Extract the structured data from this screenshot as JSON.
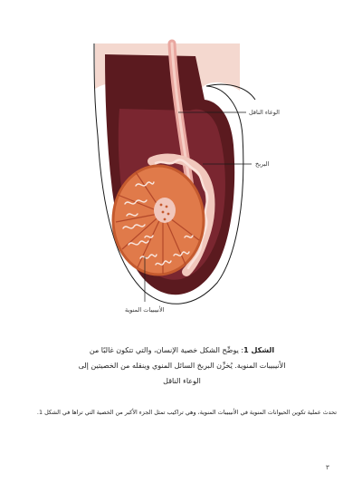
{
  "figure": {
    "labels": {
      "vas_deferens": "الوعاء الناقل",
      "epididymis": "البربخ",
      "seminiferous_tubules": "الأنيبيبات المنوية"
    },
    "colors": {
      "skin": "#f4d8cf",
      "scrotum_wall": "#5b1a1f",
      "inner_cavity": "#7a2630",
      "testis": "#e07a4a",
      "testis_rim": "#c45a2e",
      "tubule": "#f8e7e0",
      "vas": "#e9a7a0",
      "line": "#1a1a1a"
    }
  },
  "caption": {
    "label": "الشكل 1",
    "line1_rest": ": يوضِّح الشكل خصية الإنسان، والتي تتكون غالبًا من",
    "line2": "الأنيبيبات المنوية. يُخزِّن البربخ السائل المنوي وينقله من الخصيتين إلى",
    "line3": "الوعاء الناقل"
  },
  "paragraph": "تحدث عملية تكوين الحيوانات المنوية في الأنيبيبات المنوية، وهي تراكيب تمثل الجزء الأكبر من الخصية التي تراها في الشكل 1.",
  "page_number": "٣"
}
